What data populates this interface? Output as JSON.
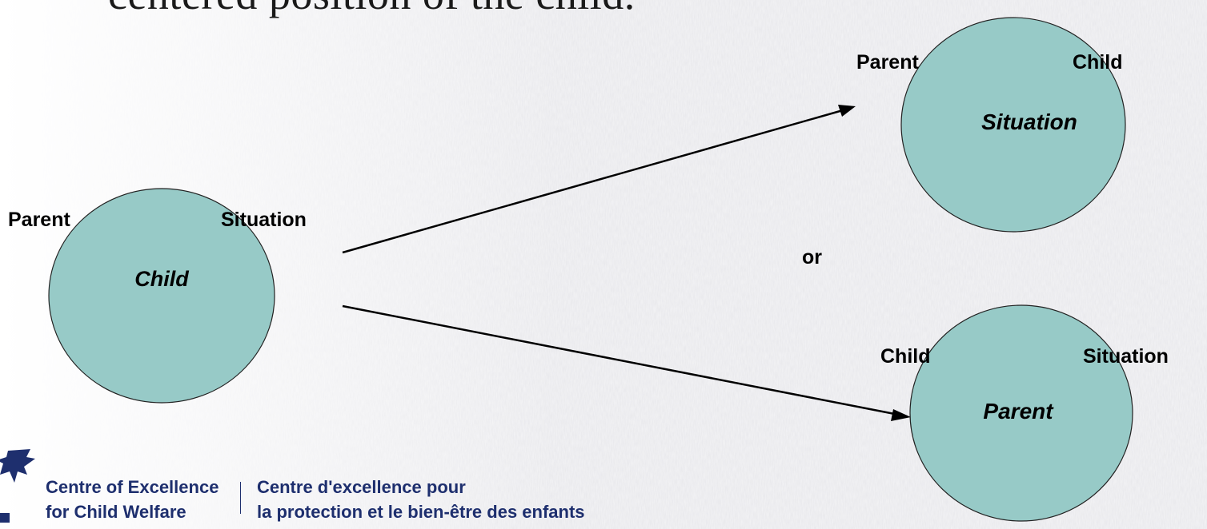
{
  "title_fragment": "centered position of the child.",
  "colors": {
    "circle_fill": "#97cac7",
    "circle_stroke": "#222222",
    "arrow": "#000000",
    "label": "#000000",
    "logo_text": "#1e2f6e"
  },
  "nodes": [
    {
      "id": "child-centered",
      "center_label": "Child",
      "left_label": "Parent",
      "right_label": "Situation"
    },
    {
      "id": "situation-centered",
      "center_label": "Situation",
      "left_label": "Parent",
      "right_label": "Child"
    },
    {
      "id": "parent-centered",
      "center_label": "Parent",
      "left_label": "Child",
      "right_label": "Situation"
    }
  ],
  "connector_label": "or",
  "logo": {
    "english_line1": "Centre of Excellence",
    "english_line2": "for Child Welfare",
    "french_line1": "Centre d'excellence pour",
    "french_line2": "la protection et le bien-être des enfants",
    "icon": "maple-leaf-icon"
  }
}
